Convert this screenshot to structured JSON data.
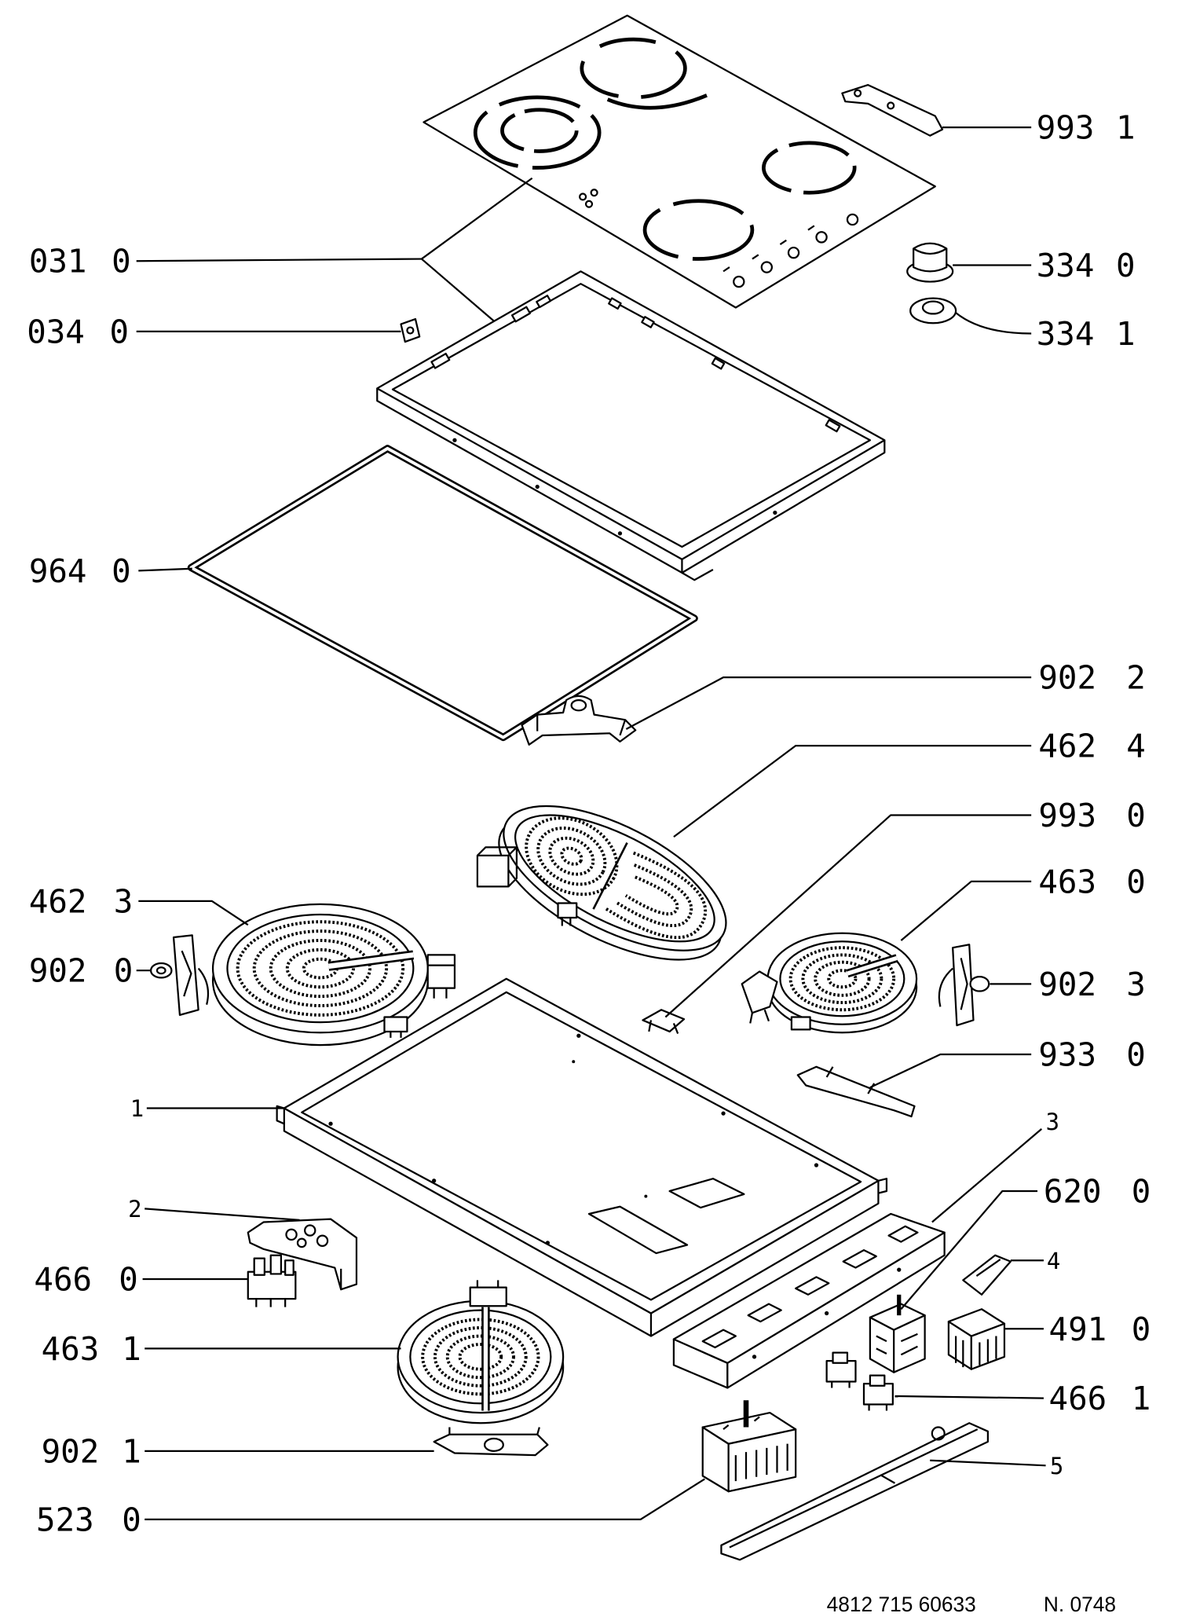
{
  "labels": [
    {
      "code": "993",
      "suffix": "1"
    },
    {
      "code": "031",
      "suffix": "0"
    },
    {
      "code": "334",
      "suffix": "0"
    },
    {
      "code": "034",
      "suffix": "0"
    },
    {
      "code": "334",
      "suffix": "1"
    },
    {
      "code": "964",
      "suffix": "0"
    },
    {
      "code": "902",
      "suffix": "2"
    },
    {
      "code": "462",
      "suffix": "4"
    },
    {
      "code": "993",
      "suffix": "0"
    },
    {
      "code": "462",
      "suffix": "3"
    },
    {
      "code": "463",
      "suffix": "0"
    },
    {
      "code": "902",
      "suffix": "0"
    },
    {
      "code": "902",
      "suffix": "3"
    },
    {
      "code": "933",
      "suffix": "0"
    },
    {
      "code": "1"
    },
    {
      "code": "3"
    },
    {
      "code": "620",
      "suffix": "0"
    },
    {
      "code": "2"
    },
    {
      "code": "4"
    },
    {
      "code": "466",
      "suffix": "0"
    },
    {
      "code": "491",
      "suffix": "0"
    },
    {
      "code": "463",
      "suffix": "1"
    },
    {
      "code": "466",
      "suffix": "1"
    },
    {
      "code": "902",
      "suffix": "1"
    },
    {
      "code": "5"
    },
    {
      "code": "523",
      "suffix": "0"
    }
  ],
  "footer": {
    "drawing_number": "4812 715 60633",
    "revision": "N. 0748"
  }
}
